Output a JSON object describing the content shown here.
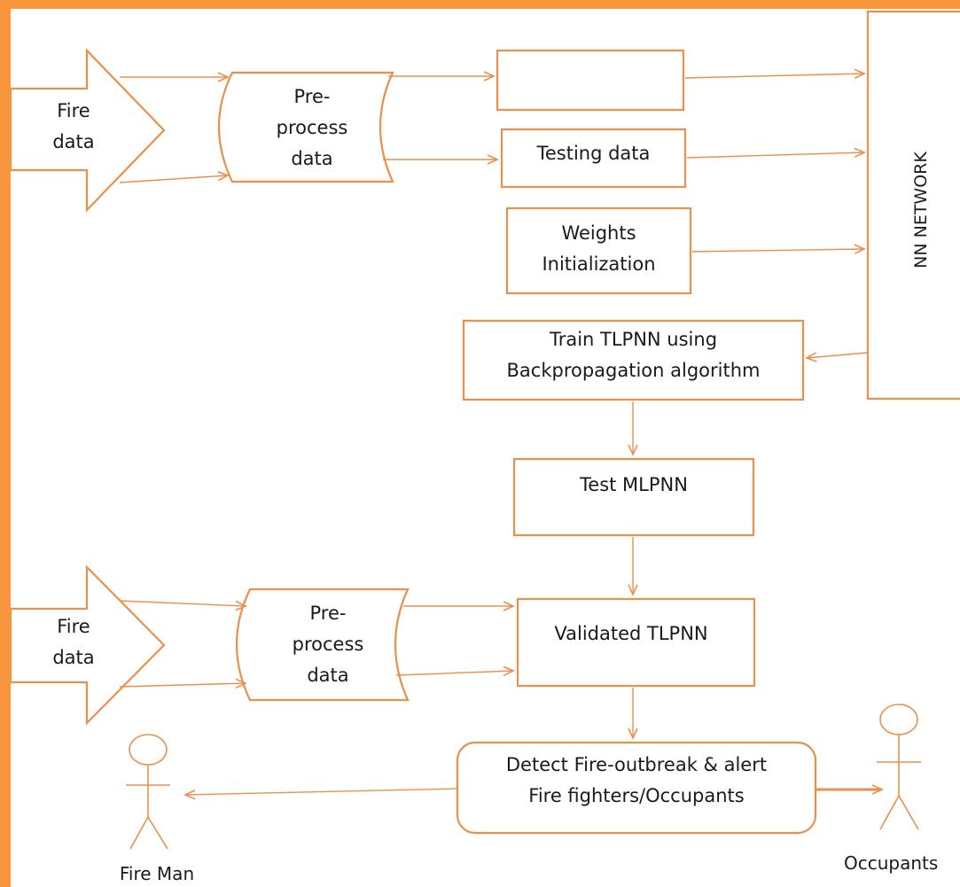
{
  "nodes": {
    "fire_data_top": "Fire\ndata",
    "preprocess_top": "Pre-\nprocess\ndata",
    "training_data": "",
    "testing_data": "Testing data",
    "weights_init": "Weights\nInitialization",
    "nn_network": "NN NETWORK",
    "train_tlpnn": "Train TLPNN using\nBackpropagation algorithm",
    "test_mlpnn": "Test MLPNN",
    "fire_data_bottom": "Fire\ndata",
    "preprocess_bottom": "Pre-\nprocess\ndata",
    "validated_tlpnn": "Validated TLPNN",
    "detect_alert": "Detect Fire-outbreak & alert\nFire fighters/Occupants",
    "fire_man": "Fire Man",
    "occupants": "Occupants"
  },
  "colors": {
    "stroke": "#e8904c",
    "background_frame": "#f7963d"
  }
}
